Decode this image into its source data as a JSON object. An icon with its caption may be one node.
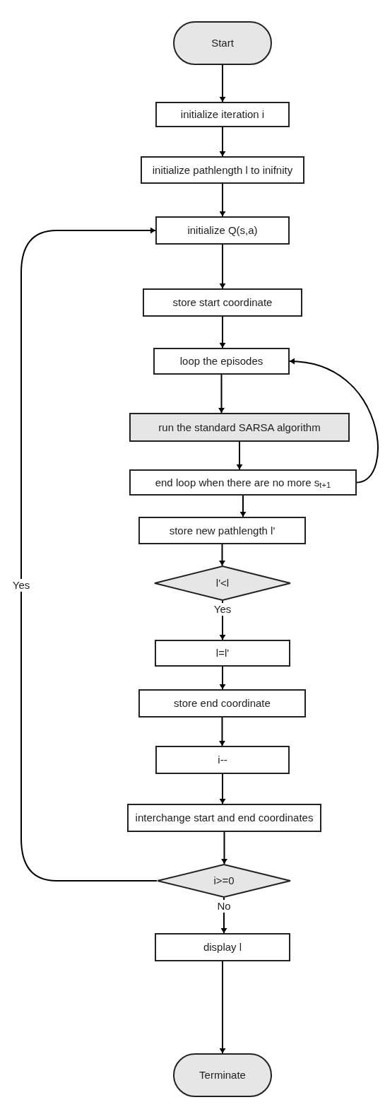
{
  "diagram": {
    "nodes": [
      {
        "text": [
          "Start"
        ]
      },
      {
        "text": [
          "initialize iteration i"
        ]
      },
      {
        "text": [
          "initialize pathlength l to inifnity"
        ]
      },
      {
        "text": [
          "initialize Q(s,a)"
        ]
      },
      {
        "text": [
          "store start coordinate"
        ]
      },
      {
        "text": [
          "loop the episodes"
        ]
      },
      {
        "text": [
          "run the standard SARSA algorithm"
        ]
      },
      {
        "text": [
          "end loop when there are no more s$_{t+1}$"
        ]
      },
      {
        "text": [
          "store new pathlength l'"
        ]
      },
      {
        "text": [
          "l'<l"
        ]
      },
      {
        "text": [
          "l=l'"
        ]
      },
      {
        "text": [
          "store end coordinate"
        ]
      },
      {
        "text": [
          "i--"
        ]
      },
      {
        "text": [
          "interchange start and end coordinates"
        ]
      },
      {
        "text": [
          "i>=0"
        ]
      },
      {
        "text": [
          "display l"
        ]
      },
      {
        "text": [
          "Terminate"
        ]
      }
    ],
    "edges": [
      {
        "from": 0,
        "to": 1,
        "arrow": "to"
      },
      {
        "from": 1,
        "to": 2,
        "arrow": "to"
      },
      {
        "from": 2,
        "to": 3,
        "arrow": "to"
      },
      {
        "from": 3,
        "to": 4,
        "arrow": "to"
      },
      {
        "from": 4,
        "to": 5,
        "arrow": "to"
      },
      {
        "from": 5,
        "to": 6,
        "arrow": "to"
      },
      {
        "from": 6,
        "to": 7,
        "arrow": "to"
      },
      {
        "from": 7,
        "to": 5,
        "arrow": "to"
      },
      {
        "from": 7,
        "to": 8,
        "arrow": "to"
      },
      {
        "from": 8,
        "to": 9,
        "arrow": "to"
      },
      {
        "from": 9,
        "to": 10,
        "arrow": "to",
        "label": "Yes"
      },
      {
        "from": 10,
        "to": 11,
        "arrow": "to"
      },
      {
        "from": 11,
        "to": 12,
        "arrow": "to"
      },
      {
        "from": 12,
        "to": 13,
        "arrow": "to"
      },
      {
        "from": 13,
        "to": 14,
        "arrow": "to"
      },
      {
        "from": 14,
        "to": 3,
        "arrow": "to",
        "label": "Yes"
      },
      {
        "from": 14,
        "to": 15,
        "arrow": "to",
        "label": "No"
      },
      {
        "from": 15,
        "to": 16,
        "arrow": "to"
      }
    ]
  }
}
